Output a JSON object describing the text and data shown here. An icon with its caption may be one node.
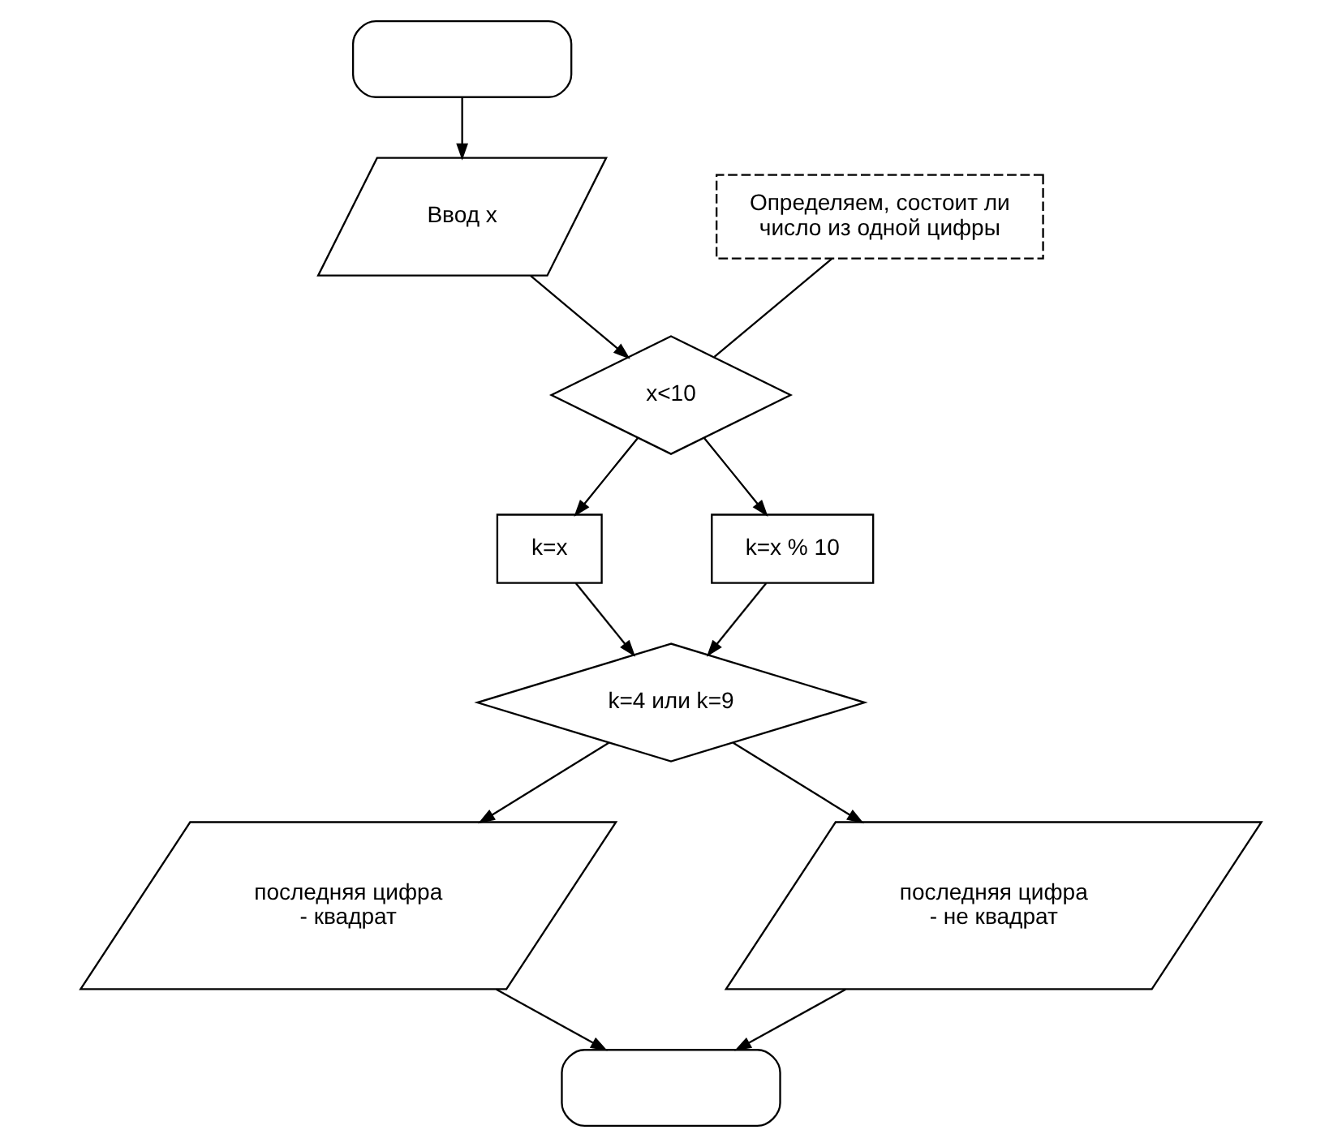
{
  "diagram": {
    "nodes": [
      {
        "text": [],
        "shape": "oval"
      },
      {
        "text": [
          "Ввод x"
        ]
      },
      {
        "text": [
          "Определяем, состоит ли число из одной цифры"
        ]
      },
      {
        "text": [
          "x<10"
        ]
      },
      {
        "text": [
          "k=x"
        ]
      },
      {
        "text": [
          "k=x % 10"
        ]
      },
      {
        "text": [
          "k=4 или k=9"
        ]
      },
      {
        "text": [
          "последняя цифра - квадрат"
        ]
      },
      {
        "text": [
          "последняя цифра - не квадрат"
        ]
      },
      {
        "text": [],
        "shape": "oval"
      }
    ],
    "edges": [
      {
        "from": 0,
        "to": 1,
        "arrow": "to"
      },
      {
        "from": 1,
        "to": 3,
        "arrow": "to"
      },
      {
        "from": 2,
        "to": 3,
        "arrow": "none"
      },
      {
        "from": 3,
        "to": 4,
        "arrow": "to"
      },
      {
        "from": 3,
        "to": 5,
        "arrow": "to"
      },
      {
        "from": 4,
        "to": 6,
        "arrow": "to"
      },
      {
        "from": 5,
        "to": 6,
        "arrow": "to"
      },
      {
        "from": 6,
        "to": 7,
        "arrow": "to"
      },
      {
        "from": 6,
        "to": 8,
        "arrow": "to"
      },
      {
        "from": 7,
        "to": 9,
        "arrow": "to"
      },
      {
        "from": 8,
        "to": 9,
        "arrow": "to"
      }
    ]
  }
}
